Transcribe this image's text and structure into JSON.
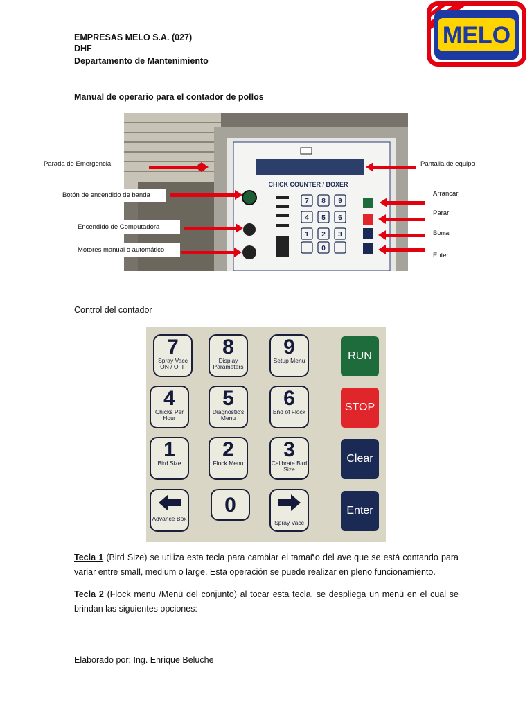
{
  "header": {
    "company": "EMPRESAS MELO S.A. (027)",
    "division": "DHF",
    "department": "Departamento de Mantenimiento"
  },
  "logo": {
    "text": "MELO",
    "colors": {
      "red": "#e3000f",
      "blue": "#1d3aa3",
      "yellow": "#ffd400"
    }
  },
  "title": "Manual de operario para el contador de pollos",
  "photo1": {
    "panel_title": "CHICK COUNTER / BOXER",
    "callouts_left": [
      "Parada de Emergencia",
      "Botón de encendido de banda",
      "Encendido de Computadora",
      "Motores manual o automático"
    ],
    "callouts_right": [
      "Pantalla de equipo",
      "Arrancar",
      "Parar",
      "Borrar",
      "Enter"
    ]
  },
  "section_label": "Control del contador",
  "keypad": {
    "keys": [
      {
        "num": "7",
        "sub": "Spray Vacc ON / OFF"
      },
      {
        "num": "8",
        "sub": "Display Parameters"
      },
      {
        "num": "9",
        "sub": "Setup Menu"
      },
      {
        "num": "4",
        "sub": "Chicks Per Hour"
      },
      {
        "num": "5",
        "sub": "Diagnostic's Menu"
      },
      {
        "num": "6",
        "sub": "End of Flock"
      },
      {
        "num": "1",
        "sub": "Bird Size"
      },
      {
        "num": "2",
        "sub": "Flock Menu"
      },
      {
        "num": "3",
        "sub": "Calibrate Bird Size"
      },
      {
        "num": "",
        "sub": "Advance Box"
      },
      {
        "num": "0",
        "sub": ""
      },
      {
        "num": "",
        "sub": "Spray Vacc"
      }
    ],
    "function_keys": [
      {
        "label": "RUN",
        "color": "#1e6b3c"
      },
      {
        "label": "STOP",
        "color": "#e0262a"
      },
      {
        "label": "Clear",
        "color": "#1a2a55"
      },
      {
        "label": "Enter",
        "color": "#1a2a55"
      }
    ]
  },
  "paragraphs": [
    {
      "lead": "Tecla 1",
      "text": " (Bird Size) se utiliza esta tecla para cambiar el tamaño del ave que se está contando para variar entre small, medium o large. Esta operación se puede realizar en pleno funcionamiento."
    },
    {
      "lead": "Tecla 2",
      "text": " (Flock menu /Menú del conjunto) al tocar esta tecla, se despliega un menú en el cual se brindan las siguientes opciones:"
    }
  ],
  "footer": "Elaborado por: Ing. Enrique Beluche"
}
